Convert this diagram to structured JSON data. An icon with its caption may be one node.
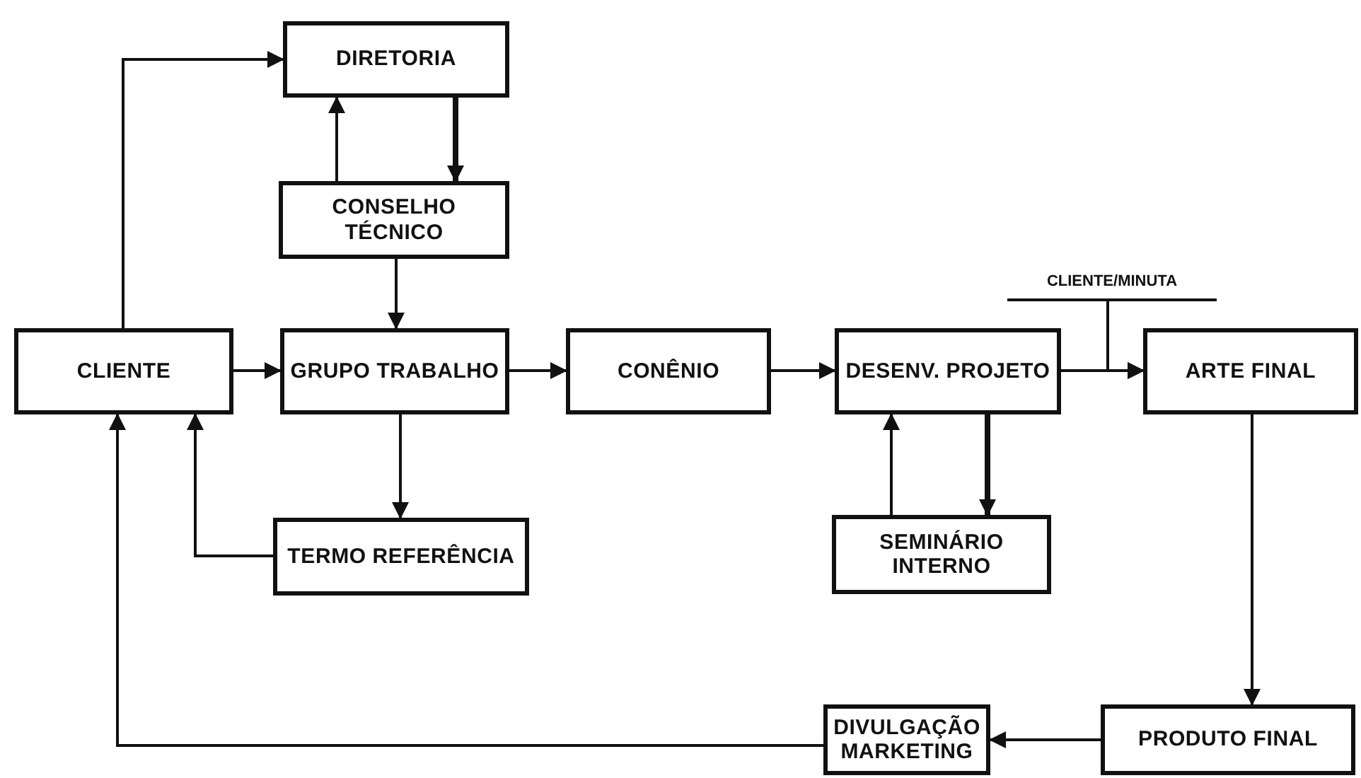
{
  "diagram": {
    "nodes": [
      {
        "text": [
          "DIRETORIA"
        ]
      },
      {
        "text": [
          "CONSELHO TÉCNICO"
        ]
      },
      {
        "text": [
          "CLIENTE"
        ]
      },
      {
        "text": [
          "GRUPO TRABALHO"
        ]
      },
      {
        "text": [
          "CONÊNIO"
        ]
      },
      {
        "text": [
          "DESENV. PROJETO"
        ]
      },
      {
        "text": [
          "ARTE FINAL"
        ]
      },
      {
        "text": [
          "TERMO REFERÊNCIA"
        ]
      },
      {
        "text": [
          "SEMINÁRIO INTERNO"
        ]
      },
      {
        "text": [
          "DIVULGAÇÃO MARKETING"
        ]
      },
      {
        "text": [
          "PRODUTO FINAL"
        ]
      },
      {
        "text": [
          "CLIENTE/MINUTA"
        ]
      }
    ],
    "edges": [
      {
        "from": 2,
        "to": 0,
        "arrow": "to"
      },
      {
        "from": 1,
        "to": 0,
        "arrow": "to"
      },
      {
        "from": 0,
        "to": 1,
        "arrow": "to",
        "style": "thick"
      },
      {
        "from": 1,
        "to": 3,
        "arrow": "to"
      },
      {
        "from": 2,
        "to": 3,
        "arrow": "to"
      },
      {
        "from": 3,
        "to": 4,
        "arrow": "to"
      },
      {
        "from": 3,
        "to": 7,
        "arrow": "to"
      },
      {
        "from": 7,
        "to": 2,
        "arrow": "to"
      },
      {
        "from": 4,
        "to": 5,
        "arrow": "to"
      },
      {
        "from": 5,
        "to": 6,
        "arrow": "to"
      },
      {
        "from": 11,
        "to": 6,
        "arrow": "to"
      },
      {
        "from": 8,
        "to": 5,
        "arrow": "to"
      },
      {
        "from": 5,
        "to": 8,
        "arrow": "to",
        "style": "thick"
      },
      {
        "from": 6,
        "to": 10,
        "arrow": "to"
      },
      {
        "from": 10,
        "to": 9,
        "arrow": "to"
      },
      {
        "from": 9,
        "to": 2,
        "arrow": "to"
      }
    ]
  }
}
